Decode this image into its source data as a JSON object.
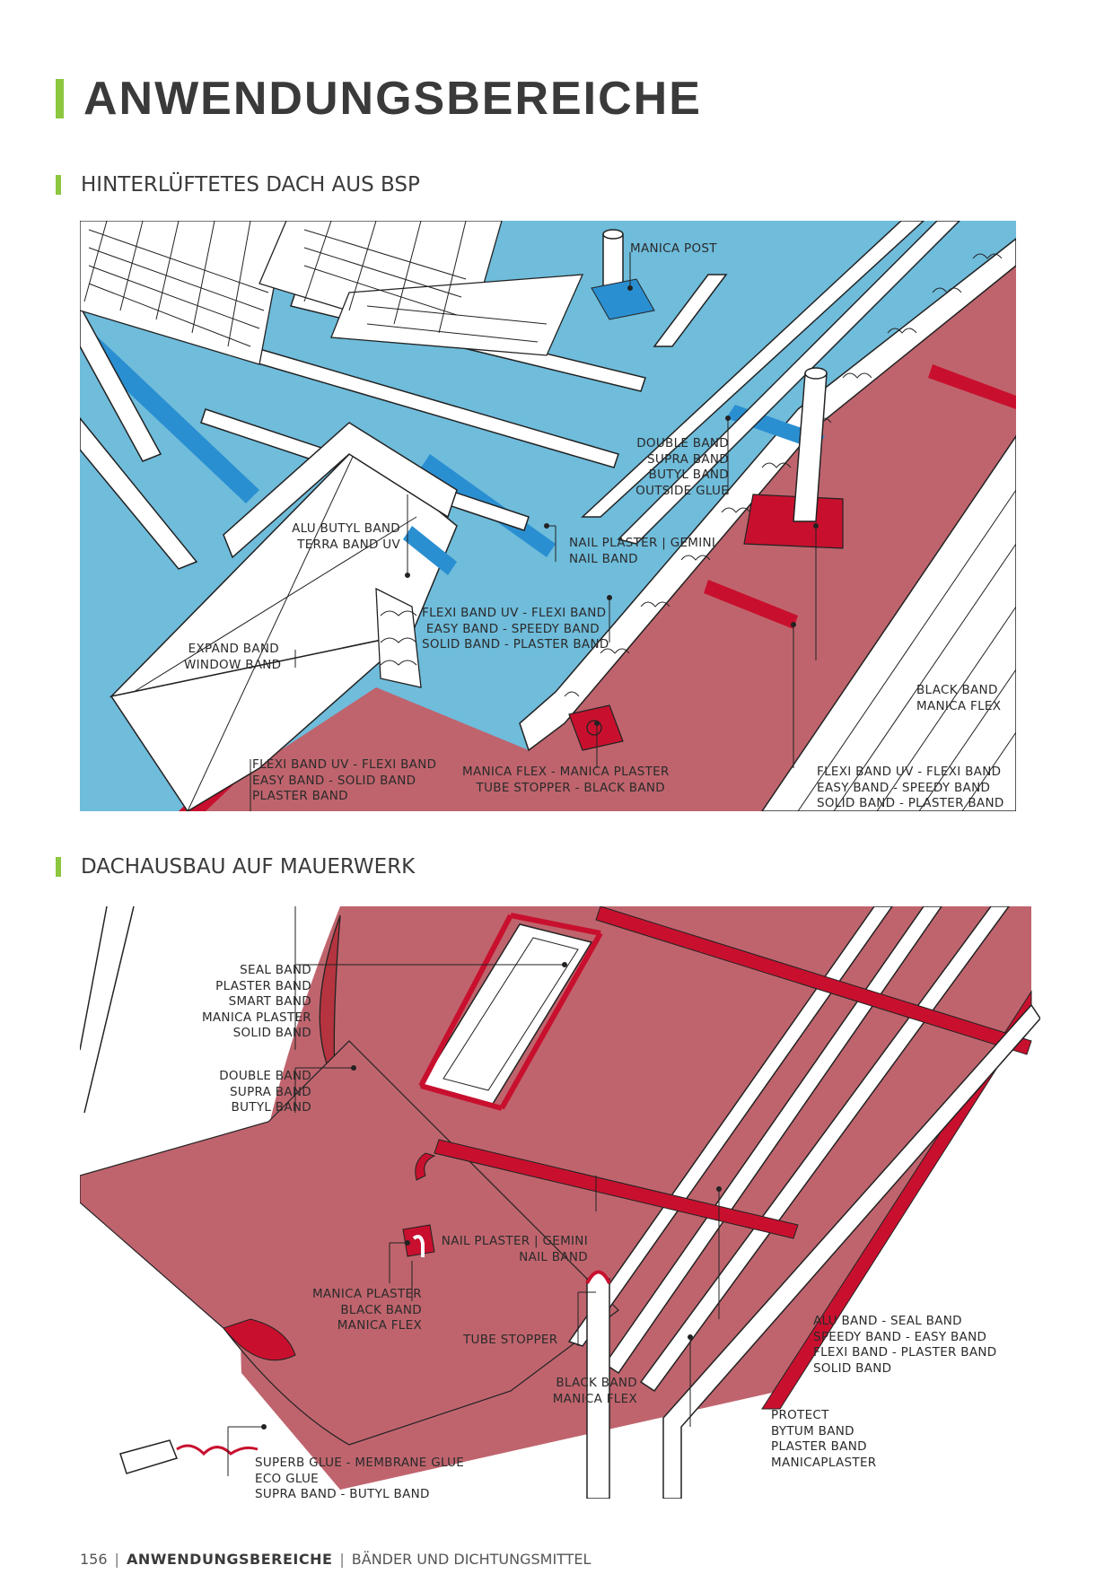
{
  "page": {
    "title": "ANWENDUNGSBEREICHE",
    "accent_color": "#8dc63f"
  },
  "section1": {
    "title": "HINTERLÜFTETES DACH AUS BSP",
    "labels": {
      "manica_post": [
        "MANICA POST"
      ],
      "double_band": [
        "DOUBLE BAND",
        "SUPRA BAND",
        "BUTYL BAND",
        "OUTSIDE GLUE"
      ],
      "alu_butyl": [
        "ALU BUTYL BAND",
        "TERRA BAND UV"
      ],
      "nail_plaster": [
        "NAIL PLASTER | GEMINI",
        "NAIL BAND"
      ],
      "flexi_uv": [
        "FLEXI BAND UV - FLEXI BAND",
        "EASY BAND - SPEEDY BAND",
        "SOLID BAND - PLASTER BAND"
      ],
      "expand_band": [
        "EXPAND BAND",
        "WINDOW BAND"
      ],
      "black_band": [
        "BLACK BAND",
        "MANICA FLEX"
      ],
      "flexi_bottom": [
        "FLEXI BAND UV - FLEXI BAND",
        "EASY BAND - SOLID BAND",
        "PLASTER BAND"
      ],
      "manica_flex": [
        "MANICA FLEX - MANICA PLASTER",
        "TUBE STOPPER - BLACK BAND"
      ],
      "flexi_right": [
        "FLEXI BAND UV - FLEXI BAND",
        "EASY BAND - SPEEDY BAND",
        "SOLID BAND - PLASTER BAND"
      ]
    }
  },
  "section2": {
    "title": "DACHAUSBAU AUF MAUERWERK",
    "labels": {
      "seal_band": [
        "SEAL BAND",
        "PLASTER BAND",
        "SMART BAND",
        "MANICA PLASTER",
        "SOLID BAND"
      ],
      "double_band": [
        "DOUBLE BAND",
        "SUPRA BAND",
        "BUTYL BAND"
      ],
      "nail_plaster": [
        "NAIL PLASTER | GEMINI",
        "NAIL BAND"
      ],
      "manica_plaster": [
        "MANICA PLASTER",
        "BLACK BAND",
        "MANICA FLEX"
      ],
      "tube_stopper": [
        "TUBE STOPPER"
      ],
      "alu_band": [
        "ALU BAND - SEAL BAND",
        "SPEEDY BAND - EASY BAND",
        "FLEXI BAND - PLASTER BAND",
        "SOLID BAND"
      ],
      "black_band": [
        "BLACK BAND",
        "MANICA FLEX"
      ],
      "protect": [
        "PROTECT",
        "BYTUM BAND",
        "PLASTER BAND",
        "MANICAPLASTER"
      ],
      "superb_glue": [
        "SUPERB GLUE - MEMBRANE GLUE",
        "ECO GLUE",
        "SUPRA BAND - BUTYL BAND"
      ]
    }
  },
  "footer": {
    "page_number": "156",
    "section": "ANWENDUNGSBEREICHE",
    "category": "BÄNDER UND DICHTUNGSMITTEL"
  }
}
